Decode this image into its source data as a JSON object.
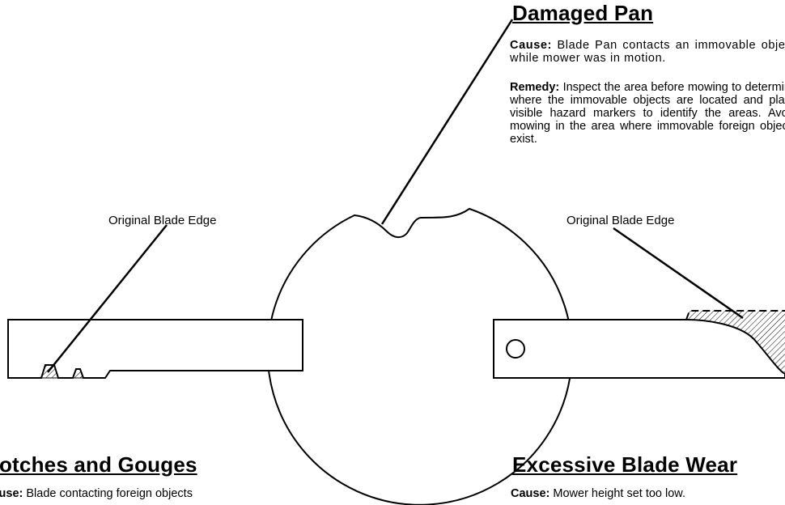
{
  "damaged_pan": {
    "heading": "Damaged Pan",
    "cause_label": "Cause:",
    "cause_text": "Blade Pan contacts an immovable object while mower was in motion.",
    "remedy_label": "Remedy:",
    "remedy_text": "Inspect the area before mowing to determine where the immovable objects are located and place visible hazard markers to identify the areas. Avoid mowing in the area where immovable foreign objects exist."
  },
  "notches_gouges": {
    "heading": "Notches and Gouges",
    "cause_label": "Cause:",
    "cause_text": "Blade contacting foreign objects"
  },
  "excessive_wear": {
    "heading": "Excessive Blade Wear",
    "cause_label": "Cause:",
    "cause_text": "Mower height set too low."
  },
  "labels": {
    "left_original_edge": "Original Blade Edge",
    "right_original_edge": "Original Blade Edge"
  },
  "colors": {
    "ink": "#000000",
    "paper": "#ffffff"
  }
}
